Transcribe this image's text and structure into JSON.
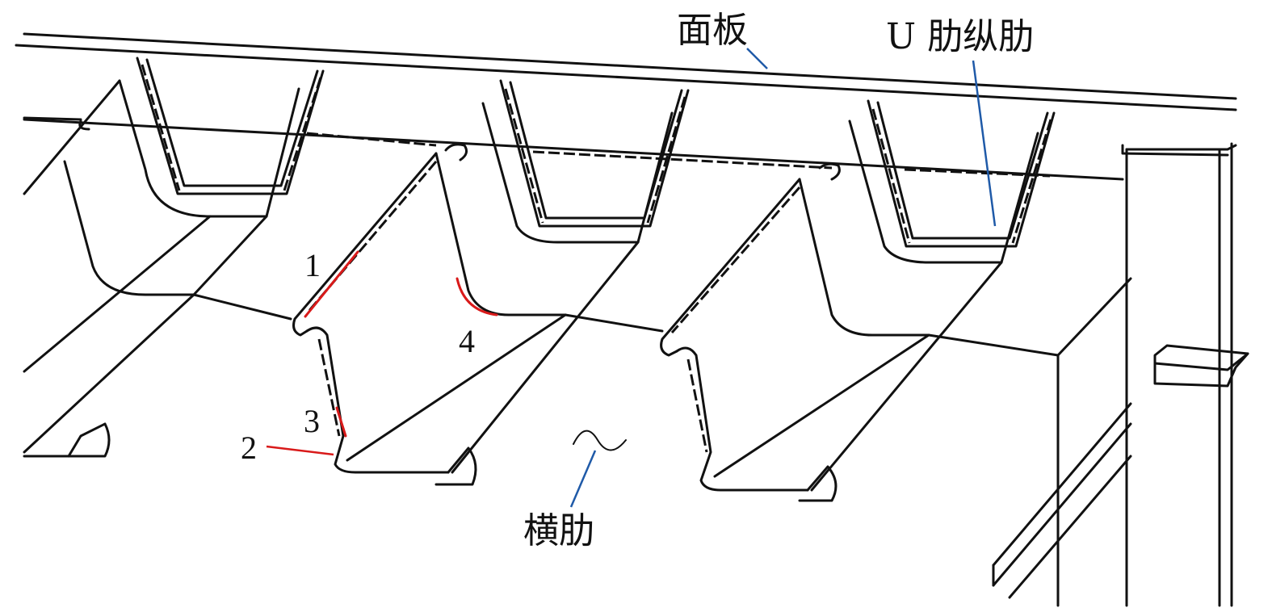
{
  "labels": {
    "deck_plate": "面板",
    "u_rib": "U 肋纵肋",
    "cross_beam": "横肋",
    "n1": "1",
    "n2": "2",
    "n3": "3",
    "n4": "4"
  },
  "colors": {
    "outline": "#111111",
    "weld_marks": "#d91a1a",
    "leader_blue": "#1f5aa8",
    "leader_red": "#d91a1a"
  }
}
